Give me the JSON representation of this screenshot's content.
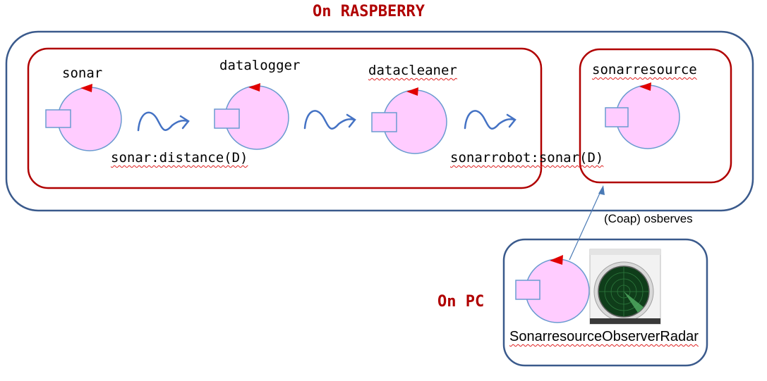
{
  "titles": {
    "raspberry": "On RASPBERRY",
    "pc": "On PC"
  },
  "actors": {
    "sonar": "sonar",
    "datalogger": "datalogger",
    "datacleaner": "datacleaner",
    "sonarresource": "sonarresource",
    "observer": "SonarresourceObserverRadar"
  },
  "messages": {
    "distance": "sonar:distance(D)",
    "sonarrobot": "sonarrobot:sonar(D)",
    "observe": "(Coap) osberves"
  },
  "colors": {
    "outer_context": "#3a5a8c",
    "inner_context": "#b00000",
    "actor_fill": "#ffccff",
    "actor_stroke": "#6a9bd0",
    "flow_arrow": "#4472c4",
    "title": "#b00000"
  },
  "icons": {
    "actor_marker": "red-triangle",
    "flow": "wave-arrow",
    "radar": "radar-image"
  }
}
